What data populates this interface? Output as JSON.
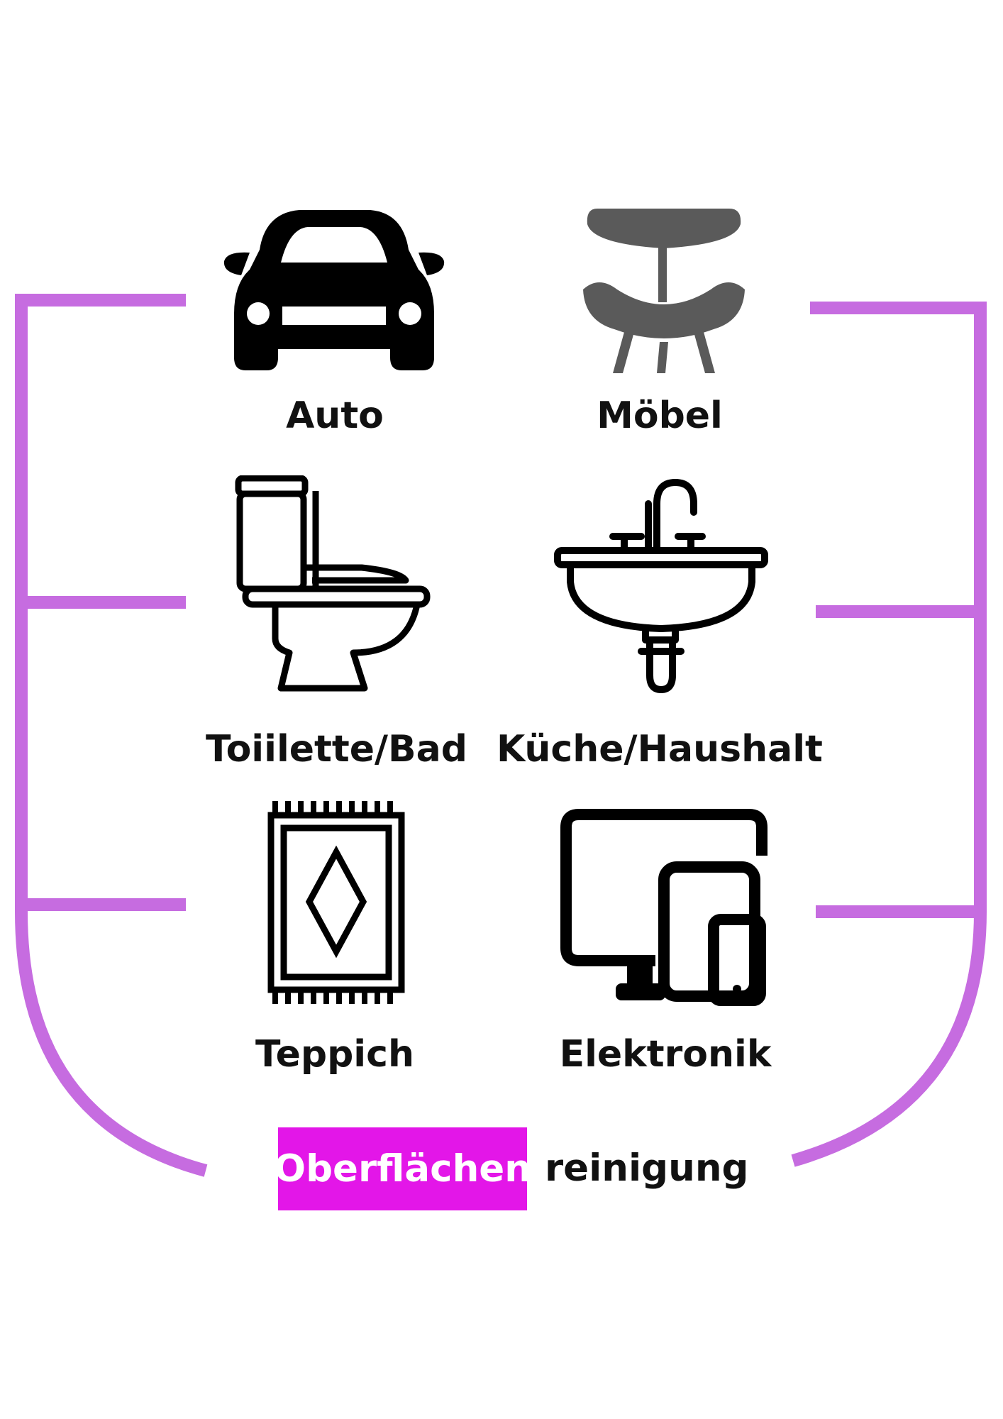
{
  "colors": {
    "bracket": "#c66ce0",
    "highlight_bg": "#e316e8",
    "highlight_text": "#ffffff",
    "icon_dark": "#000000",
    "icon_grey": "#5a5a5a"
  },
  "categories": [
    {
      "label": "Auto",
      "icon": "car-icon"
    },
    {
      "label": "Möbel",
      "icon": "chair-icon"
    },
    {
      "label": "Toiilette/Bad",
      "icon": "toilet-icon"
    },
    {
      "label": "Küche/Haushalt",
      "icon": "sink-icon"
    },
    {
      "label": "Teppich",
      "icon": "rug-icon"
    },
    {
      "label": "Elektronik",
      "icon": "devices-icon"
    }
  ],
  "footer": {
    "highlight": "Oberflächen",
    "suffix": "reinigung"
  }
}
